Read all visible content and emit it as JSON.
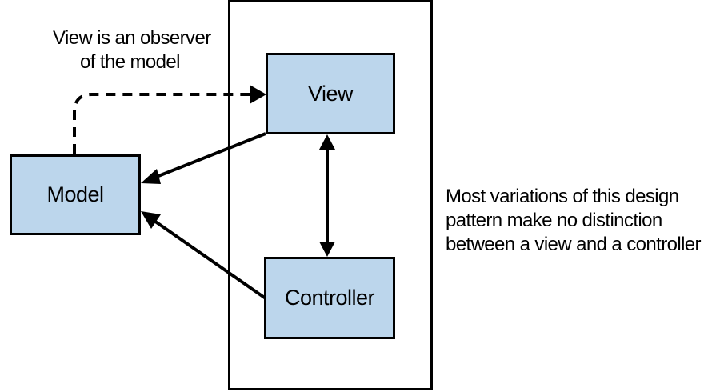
{
  "nodes": {
    "model": {
      "label": "Model"
    },
    "view": {
      "label": "View"
    },
    "controller": {
      "label": "Controller"
    }
  },
  "annotations": {
    "observer_note": [
      "View is an observer",
      "of the model"
    ],
    "variation_note": [
      "Most variations of this design",
      "pattern make no distinction",
      "between a view and a controller"
    ]
  },
  "colors": {
    "box_fill": "#bcd6ec",
    "line": "#000000",
    "background": "#ffffff"
  }
}
